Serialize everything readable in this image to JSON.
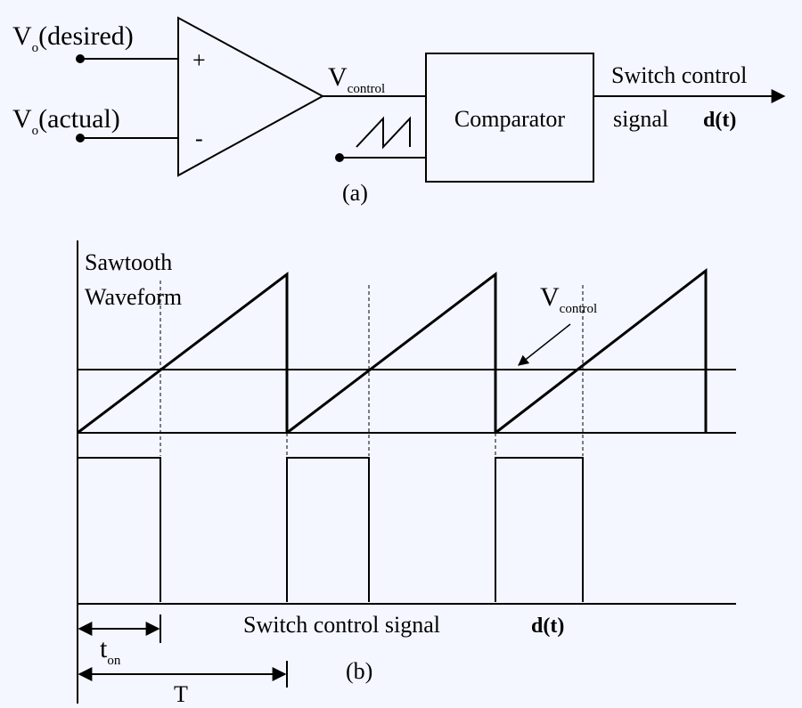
{
  "colors": {
    "background": "#f4f7ff",
    "ink": "#000000"
  },
  "part_a": {
    "input_plus": {
      "main": "V",
      "sub": "o",
      "tail": "(desired)"
    },
    "input_minus": {
      "main": "V",
      "sub": "o",
      "tail": "(actual)"
    },
    "plus_sign": "+",
    "minus_sign": "-",
    "vcontrol": {
      "main": "V",
      "sub": "control"
    },
    "comparator": "Comparator",
    "output_line1": "Switch control",
    "output_line2": "signal",
    "output_symbol": "d(t)",
    "caption": "(a)"
  },
  "part_b": {
    "sawtooth_line1": "Sawtooth",
    "sawtooth_line2": "Waveform",
    "vcontrol": {
      "main": "V",
      "sub": "control"
    },
    "switch_signal": "Switch control signal",
    "switch_symbol": "d(t)",
    "ton": {
      "main": "t",
      "sub": "on"
    },
    "period": "T",
    "caption": "(b)"
  }
}
